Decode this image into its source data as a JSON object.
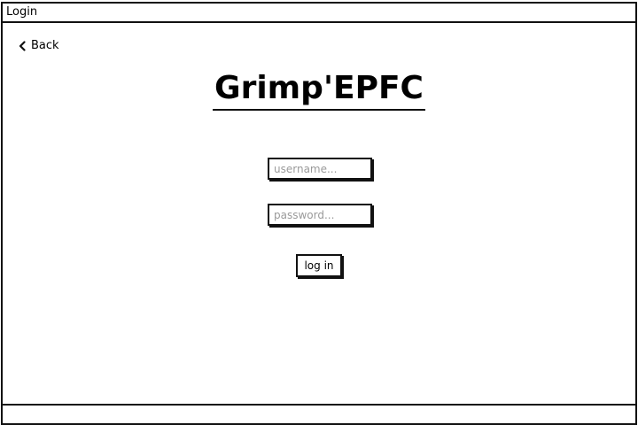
{
  "window": {
    "title": "Login"
  },
  "nav": {
    "back_label": "Back",
    "back_icon": "chevron-left-icon"
  },
  "app": {
    "title": "Grimp'EPFC"
  },
  "form": {
    "username": {
      "placeholder": "username...",
      "value": ""
    },
    "password": {
      "placeholder": "password...",
      "value": ""
    },
    "submit_label": "log in"
  }
}
